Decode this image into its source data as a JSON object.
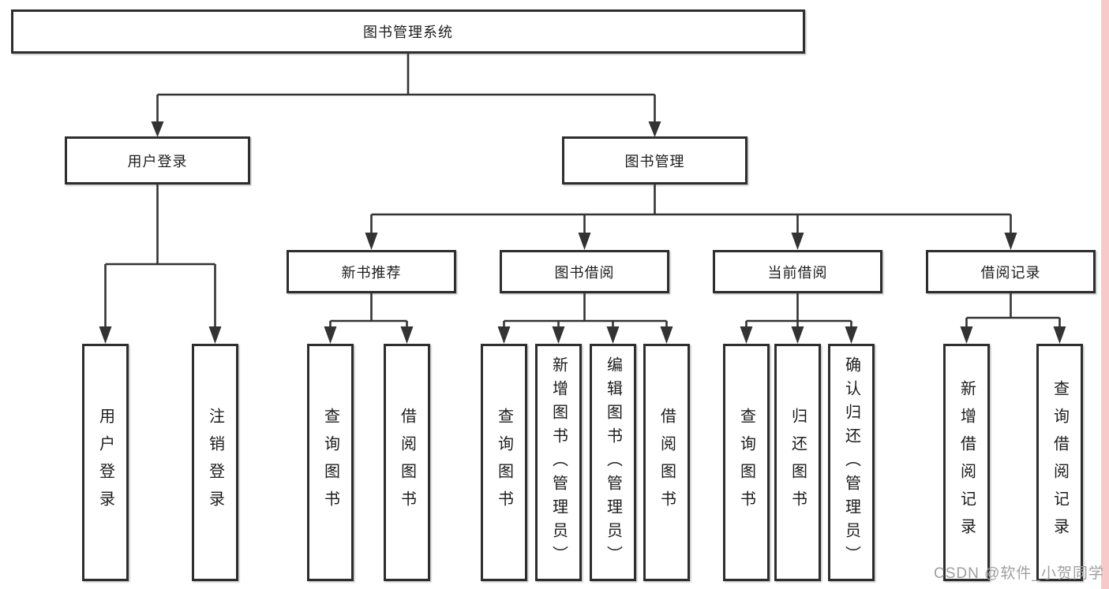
{
  "tree": {
    "root": "图书管理系统",
    "level2": [
      {
        "label": "用户登录"
      },
      {
        "label": "图书管理"
      }
    ],
    "login_children": [
      {
        "label": "用户登录"
      },
      {
        "label": "注销登录"
      }
    ],
    "level3": [
      {
        "label": "新书推荐"
      },
      {
        "label": "图书借阅"
      },
      {
        "label": "当前借阅"
      },
      {
        "label": "借阅记录"
      }
    ],
    "recommend_children": [
      {
        "label": "查询图书"
      },
      {
        "label": "借阅图书"
      }
    ],
    "borrow_children": [
      {
        "label": "查询图书"
      },
      {
        "label": "新增图书（管理员）"
      },
      {
        "label": "编辑图书（管理员）"
      },
      {
        "label": "借阅图书"
      }
    ],
    "current_children": [
      {
        "label": "查询图书"
      },
      {
        "label": "归还图书"
      },
      {
        "label": "确认归还（管理员）"
      }
    ],
    "record_children": [
      {
        "label": "新增借阅记录"
      },
      {
        "label": "查询借阅记录"
      }
    ]
  },
  "watermark": "CSDN @软件_小贺同学",
  "colors": {
    "line": "#333333",
    "node_border": "#2e2e2e",
    "text": "#1c1c1c",
    "watermark_text": "#9f9f9f",
    "right_strip": "#f8c9c9"
  }
}
